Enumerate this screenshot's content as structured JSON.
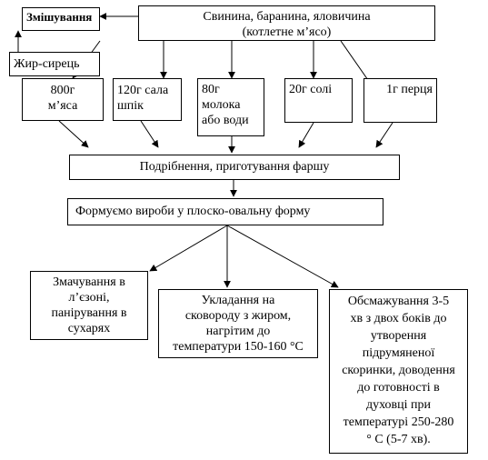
{
  "boxes": {
    "mixing": "Змішування",
    "meat_top": {
      "line1": "Свинина, баранина, яловичина",
      "line2": "(котлетне м’ясо)"
    },
    "fat": "Жир-сирець",
    "meat800": {
      "line1": "800г",
      "line2": "м’яса"
    },
    "lard120": {
      "line1": "120г сала",
      "line2": "шпік"
    },
    "milk80": {
      "line1": "80г",
      "line2": "молока",
      "line3": "або води"
    },
    "salt20": "20г солі",
    "pepper1": "1г перця",
    "grinding": "Подрібнення, приготування фаршу",
    "forming": "Формуємо вироби у плоско-овальну форму",
    "breading": {
      "line1": "Змачування в",
      "line2": "л’єзоні,",
      "line3": "панірування в",
      "line4": "сухарях"
    },
    "frying_pan": {
      "line1": "Укладання на",
      "line2": "сковороду з жиром,",
      "line3": "нагрітим до",
      "line4": "температури 150-160 °С"
    },
    "roasting": {
      "line1": "Обсмажування 3-5",
      "line2": "хв з двох боків до",
      "line3": "утворення",
      "line4": "підрумяненої",
      "line5": "скоринки, доводення",
      "line6": "до готовності в",
      "line7": "духовці при",
      "line8": "температурі 250-280",
      "line9": "° С (5-7 хв)."
    }
  }
}
